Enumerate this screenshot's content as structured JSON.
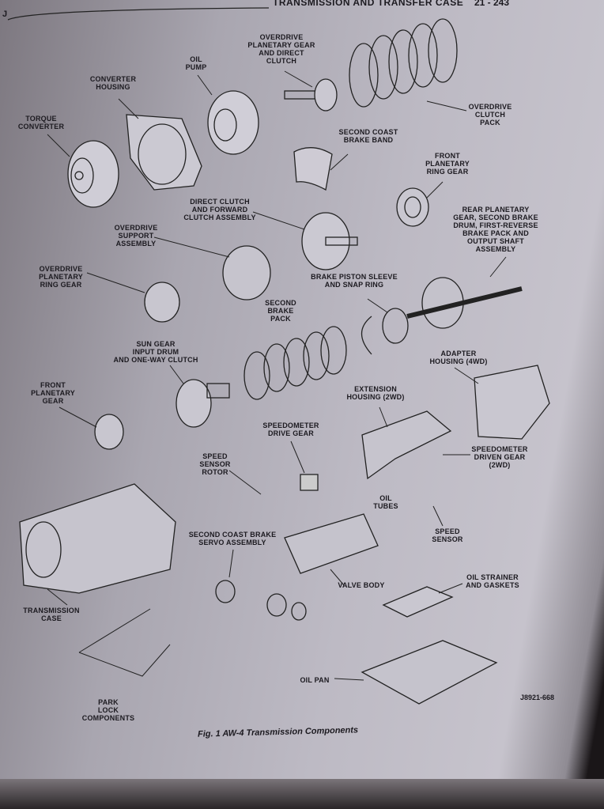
{
  "header": {
    "section_letter": "J",
    "title": "TRANSMISSION AND TRANSFER CASE",
    "page": "21 - 243"
  },
  "labels": {
    "torque_converter": "TORQUE\nCONVERTER",
    "converter_housing": "CONVERTER\nHOUSING",
    "oil_pump": "OIL\nPUMP",
    "od_planetary_gear": "OVERDRIVE\nPLANETARY GEAR\nAND DIRECT\nCLUTCH",
    "od_clutch_pack": "OVERDRIVE\nCLUTCH\nPACK",
    "second_coast_band": "SECOND COAST\nBRAKE BAND",
    "front_planetary_ring": "FRONT\nPLANETARY\nRING GEAR",
    "direct_forward_clutch": "DIRECT CLUTCH\nAND FORWARD\nCLUTCH ASSEMBLY",
    "rear_planetary": "REAR PLANETARY\nGEAR, SECOND BRAKE\nDRUM, FIRST-REVERSE\nBRAKE PACK AND\nOUTPUT SHAFT\nASSEMBLY",
    "od_support": "OVERDRIVE\nSUPPORT\nASSEMBLY",
    "od_planetary_ring": "OVERDRIVE\nPLANETARY\nRING GEAR",
    "brake_piston_sleeve": "BRAKE PISTON SLEEVE\nAND SNAP RING",
    "second_brake_pack": "SECOND\nBRAKE\nPACK",
    "sun_gear": "SUN GEAR\nINPUT DRUM\nAND ONE-WAY CLUTCH",
    "adapter_housing": "ADAPTER\nHOUSING (4WD)",
    "front_planetary_gear": "FRONT\nPLANETARY\nGEAR",
    "extension_housing": "EXTENSION\nHOUSING (2WD)",
    "speedo_drive_gear": "SPEEDOMETER\nDRIVE GEAR",
    "speedo_driven_gear": "SPEEDOMETER\nDRIVEN GEAR\n(2WD)",
    "speed_sensor_rotor": "SPEED\nSENSOR\nROTOR",
    "oil_tubes": "OIL\nTUBES",
    "speed_sensor": "SPEED\nSENSOR",
    "second_coast_servo": "SECOND COAST BRAKE\nSERVO ASSEMBLY",
    "valve_body": "VALVE BODY",
    "oil_strainer": "OIL STRAINER\nAND GASKETS",
    "transmission_case": "TRANSMISSION\nCASE",
    "oil_pan": "OIL PAN",
    "park_lock": "PARK\nLOCK\nCOMPONENTS"
  },
  "figure_code": "J8921-668",
  "caption": "Fig. 1 AW-4 Transmission Components"
}
